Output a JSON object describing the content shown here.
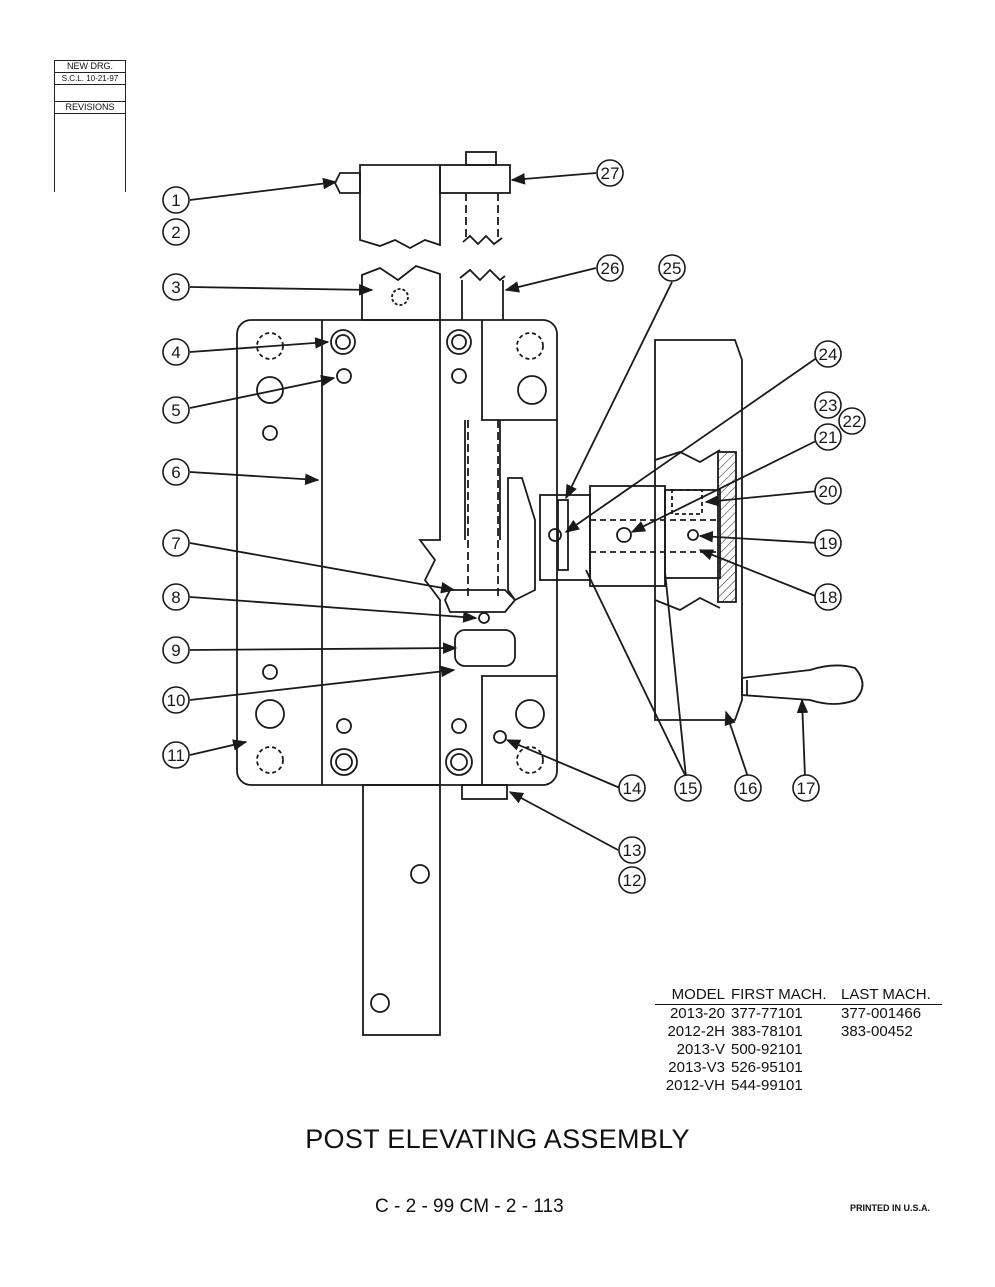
{
  "revision_block": {
    "line1": "NEW DRG.",
    "line2": "S.C.L. 10-21-97",
    "line3": "REVISIONS"
  },
  "callouts": [
    "1",
    "2",
    "3",
    "4",
    "5",
    "6",
    "7",
    "8",
    "9",
    "10",
    "11",
    "12",
    "13",
    "14",
    "15",
    "16",
    "17",
    "18",
    "19",
    "20",
    "21",
    "22",
    "23",
    "24",
    "25",
    "26",
    "27"
  ],
  "table": {
    "headers": [
      "MODEL",
      "FIRST MACH.",
      "LAST MACH."
    ],
    "rows": [
      [
        "2013-20",
        "377-77101",
        "377-001466"
      ],
      [
        "2012-2H",
        "383-78101",
        "383-00452"
      ],
      [
        "2013-V",
        "500-92101",
        ""
      ],
      [
        "2013-V3",
        "526-95101",
        ""
      ],
      [
        "2012-VH",
        "544-99101",
        ""
      ]
    ]
  },
  "title": "POST ELEVATING ASSEMBLY",
  "page_number": "C - 2 - 99    CM - 2 - 113",
  "printed": "PRINTED IN U.S.A."
}
